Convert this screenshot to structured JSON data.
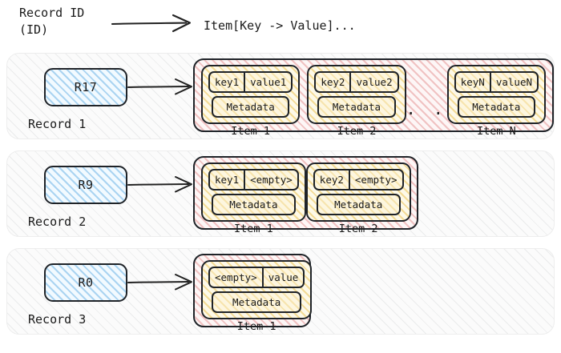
{
  "header": {
    "record_id_label": "Record ID\n(ID)",
    "arrow_icon": "long-right-arrow-icon",
    "item_kv_label": "Item[Key -> Value]..."
  },
  "colors": {
    "page_background": "#ffffff",
    "row_background": "#fbfbfb",
    "id_chip_hatch": "#6eb4e6",
    "items_container_hatch": "#e18282",
    "item_box_hatch": "#e8ba3c",
    "stroke": "#1f2328"
  },
  "records": [
    {
      "label": "Record 1",
      "id": "R17",
      "connector_icon": "arrow-right-icon",
      "items": [
        {
          "label": "Item 1",
          "key": "key1",
          "value": "value1",
          "metadata": "Metadata"
        },
        {
          "label": "Item 2",
          "key": "key2",
          "value": "value2",
          "metadata": "Metadata"
        },
        {
          "ellipsis": ". ."
        },
        {
          "label": "Item N",
          "key": "keyN",
          "value": "valueN",
          "metadata": "Metadata"
        }
      ]
    },
    {
      "label": "Record 2",
      "id": "R9",
      "connector_icon": "arrow-right-icon",
      "items": [
        {
          "label": "Item 1",
          "key": "key1",
          "value": "<empty>",
          "metadata": "Metadata"
        },
        {
          "label": "Item 2",
          "key": "key2",
          "value": "<empty>",
          "metadata": "Metadata"
        }
      ]
    },
    {
      "label": "Record 3",
      "id": "R0",
      "connector_icon": "arrow-right-icon",
      "items": [
        {
          "label": "Item 1",
          "key": "<empty>",
          "value": "value",
          "metadata": "Metadata"
        }
      ]
    }
  ]
}
